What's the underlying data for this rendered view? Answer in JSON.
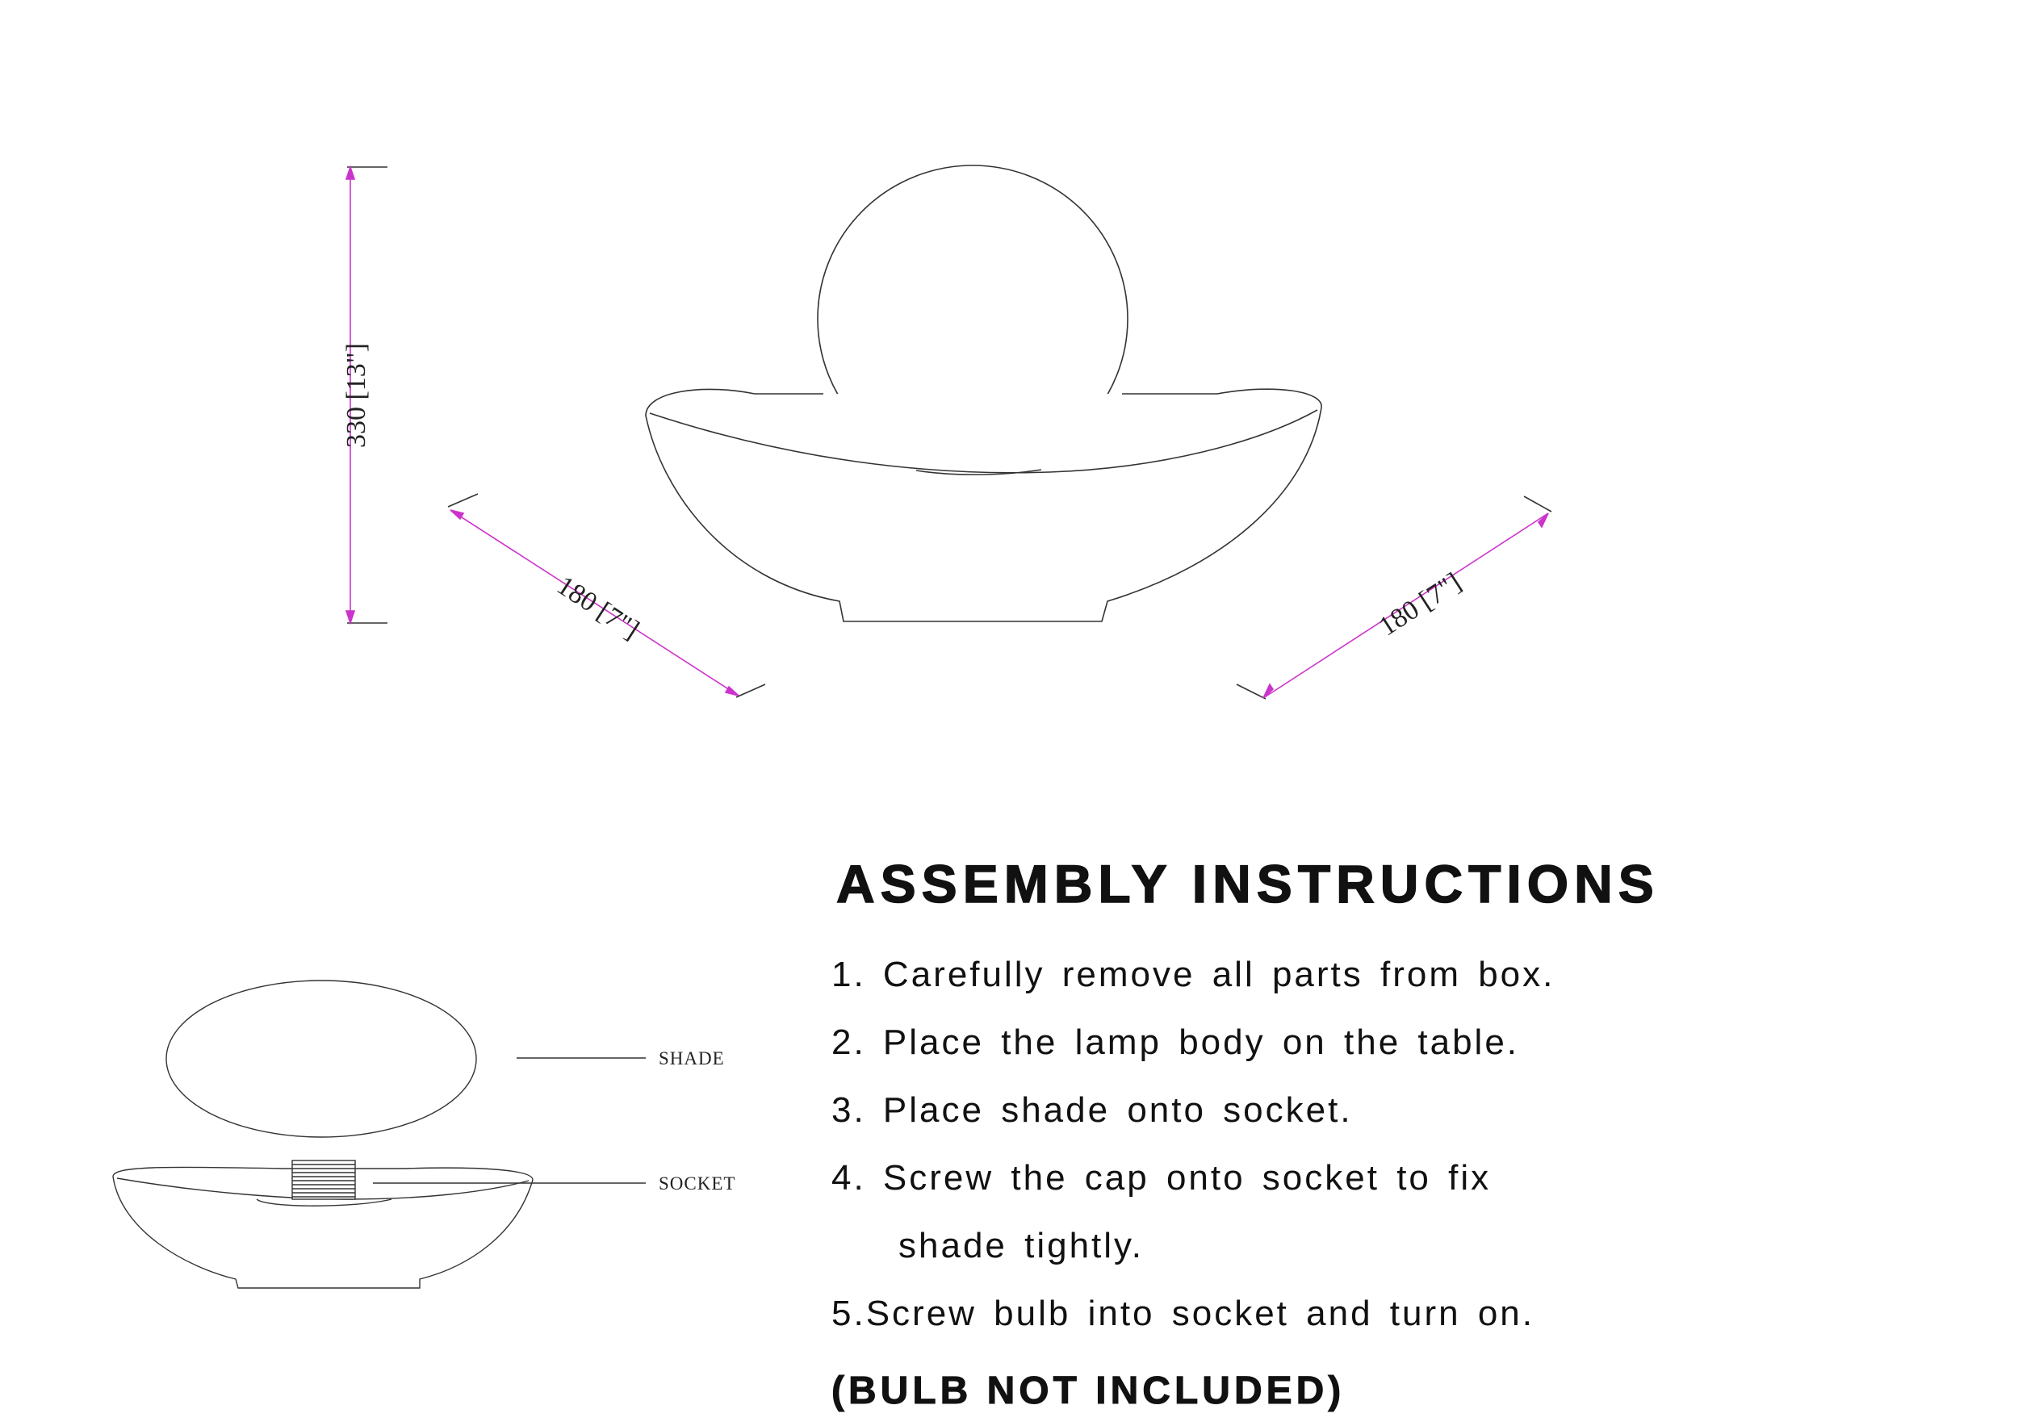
{
  "dimensions": {
    "height_label": "330 [13\"]",
    "width_left_label": "180 [7\"]",
    "width_right_label": "180 [7\"]"
  },
  "parts": {
    "shade_label": "SHADE",
    "socket_label": "SOCKET"
  },
  "instructions": {
    "title": "ASSEMBLY INSTRUCTIONS",
    "steps": [
      {
        "text": "1. Carefully remove all parts from box."
      },
      {
        "text": "2. Place the lamp body on the table."
      },
      {
        "text": "3. Place shade onto socket."
      },
      {
        "text": "4. Screw the cap onto socket  to fix",
        "continuation": "shade tightly."
      },
      {
        "text": "5.Screw bulb into socket and turn on."
      }
    ],
    "note": "(BULB NOT INCLUDED)"
  },
  "colors": {
    "line": "#333333",
    "dimension": "#cc33cc"
  }
}
